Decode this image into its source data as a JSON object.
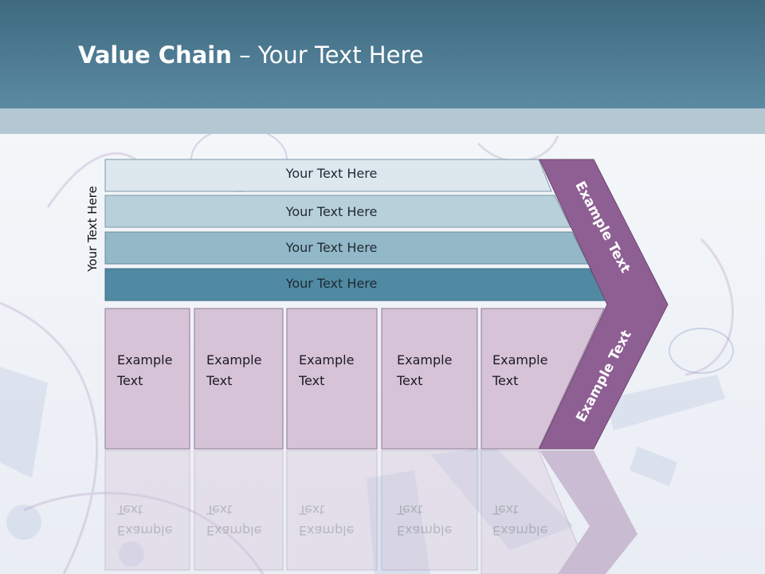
{
  "title": {
    "bold": "Value Chain",
    "rest": " – Your Text Here"
  },
  "side_label": "Your Text Here",
  "bars": [
    {
      "label": "Your Text Here"
    },
    {
      "label": "Your Text Here"
    },
    {
      "label": "Your Text Here"
    },
    {
      "label": "Your Text Here"
    }
  ],
  "boxes": [
    {
      "label": "Example\nText"
    },
    {
      "label": "Example\nText"
    },
    {
      "label": "Example\nText"
    },
    {
      "label": "Example\nText"
    },
    {
      "label": "Example\nText"
    }
  ],
  "chevron": {
    "upper": "Example Text",
    "lower": "Example Text"
  },
  "colors": {
    "header": "#4a7890",
    "bar1": "#dde7ee",
    "bar2": "#b8d0da",
    "bar3": "#93b8c8",
    "bar4": "#4f8aa2",
    "box": "#d6c3d8",
    "chevron": "#8e5f93"
  }
}
